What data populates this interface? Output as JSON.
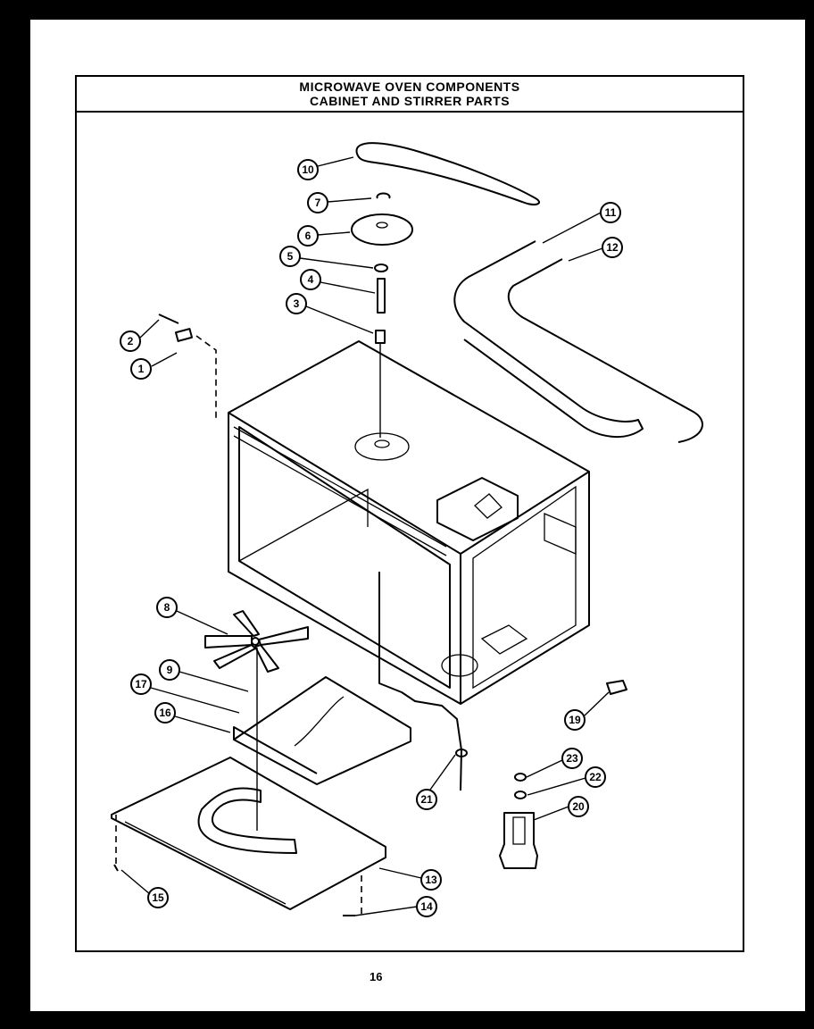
{
  "title": {
    "line1": "MICROWAVE OVEN COMPONENTS",
    "line2": "CABINET AND STIRRER PARTS"
  },
  "page_number": "16",
  "callouts": [
    "1",
    "2",
    "3",
    "4",
    "5",
    "6",
    "7",
    "8",
    "9",
    "10",
    "11",
    "12",
    "13",
    "14",
    "15",
    "16",
    "17",
    "19",
    "20",
    "21",
    "22",
    "23"
  ]
}
